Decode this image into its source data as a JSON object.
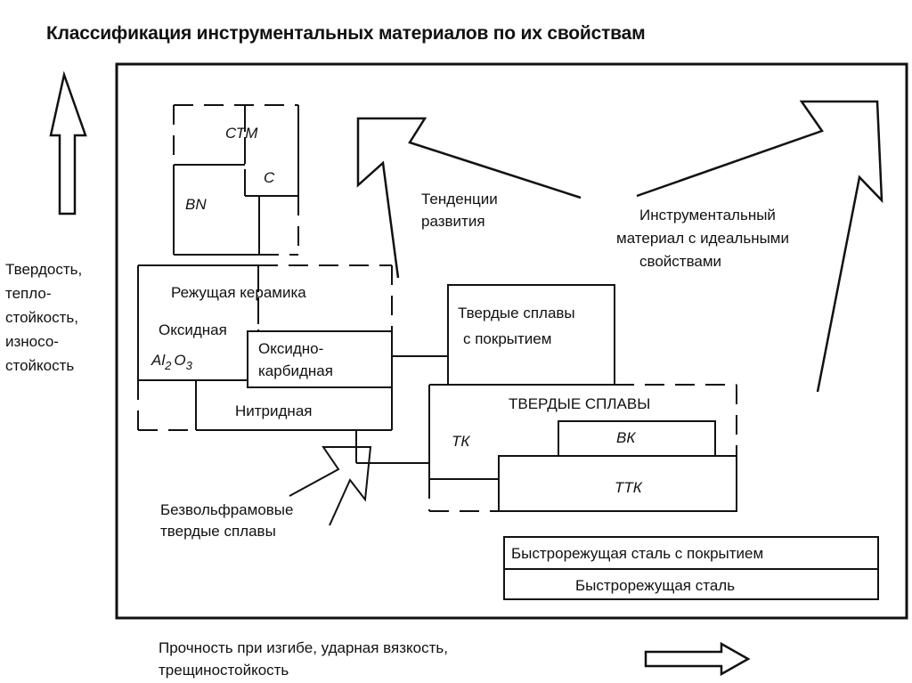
{
  "title": "Классификация инструментальных материалов по их свойствам",
  "axes": {
    "y_label": [
      "Твердость,",
      "тепло-",
      "стойкость,",
      "износо-",
      "стойкость"
    ],
    "y_arrow_icon": "up-arrow-icon",
    "x_label": [
      "Прочность при изгибе, ударная вязкость,",
      "трещиностойкость"
    ],
    "x_arrow_icon": "right-arrow-icon"
  },
  "superhard": {
    "stm": "СТМ",
    "c": "С",
    "bn": "BN"
  },
  "ceramics": {
    "title": "Режущая керамика",
    "oxide": "Оксидная",
    "al2o3": {
      "al": "Al",
      "sub2": "2",
      "o": "O",
      "sub3": "3"
    },
    "oxide_carbide": [
      "Оксидно-",
      "карбидная"
    ],
    "nitride": "Нитридная"
  },
  "coated_hard_alloys": [
    "Твердые сплавы",
    "с покрытием"
  ],
  "hard_alloys": {
    "title": "ТВЕРДЫЕ  СПЛАВЫ",
    "tk": "ТК",
    "vk": "ВК",
    "ttk": "ТТК"
  },
  "tungsten_free": [
    "Безвольфрамовые",
    "твердые сплавы"
  ],
  "trends": [
    "Тенденции",
    "развития"
  ],
  "ideal": [
    "Инструментальный",
    "материал с идеальными",
    "свойствами"
  ],
  "hss": {
    "coated": "Быстрорежущая сталь  с  покрытием",
    "plain": "Быстрорежущая сталь"
  }
}
